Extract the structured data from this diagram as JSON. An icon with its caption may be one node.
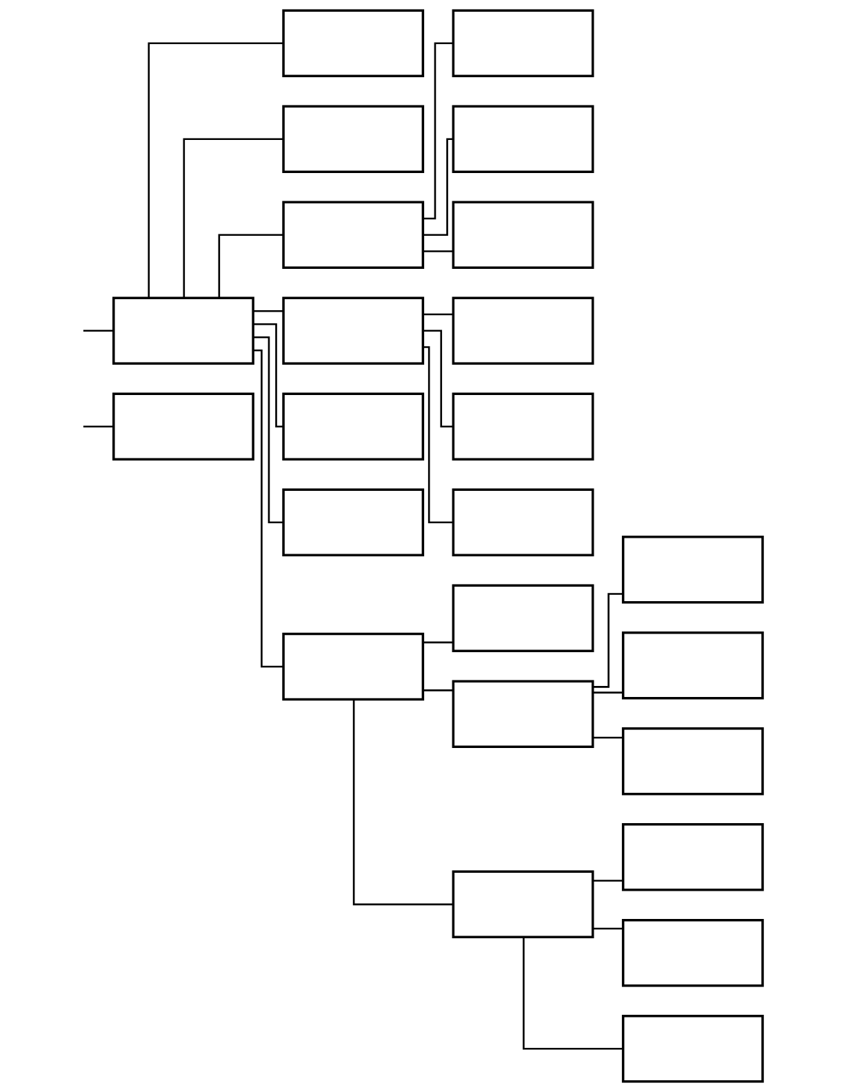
{
  "diagram": {
    "nodes": [
      {
        "text": [],
        "shape": "box"
      },
      {
        "text": [],
        "shape": "box"
      },
      {
        "text": [],
        "shape": "box"
      },
      {
        "text": [],
        "shape": "box"
      },
      {
        "text": [],
        "shape": "box"
      },
      {
        "text": [],
        "shape": "box"
      },
      {
        "text": [],
        "shape": "box"
      },
      {
        "text": [],
        "shape": "box"
      },
      {
        "text": [],
        "shape": "box"
      },
      {
        "text": [],
        "shape": "box"
      },
      {
        "text": [],
        "shape": "box"
      },
      {
        "text": [],
        "shape": "box"
      },
      {
        "text": [],
        "shape": "box"
      },
      {
        "text": [],
        "shape": "box"
      },
      {
        "text": [],
        "shape": "box"
      },
      {
        "text": [],
        "shape": "box"
      },
      {
        "text": [],
        "shape": "box"
      },
      {
        "text": [],
        "shape": "box"
      },
      {
        "text": [],
        "shape": "box"
      },
      {
        "text": [],
        "shape": "box"
      },
      {
        "text": [],
        "shape": "box"
      },
      {
        "text": [],
        "shape": "box"
      },
      {
        "text": [],
        "shape": "box"
      },
      {
        "text": [],
        "shape": "box"
      }
    ],
    "edges": [
      {
        "from": null,
        "to": 0,
        "arrow": "none"
      },
      {
        "from": null,
        "to": 1,
        "arrow": "none"
      },
      {
        "from": 1,
        "to": 2,
        "arrow": "none"
      },
      {
        "from": 1,
        "to": 3,
        "arrow": "none"
      },
      {
        "from": 1,
        "to": 4,
        "arrow": "none"
      },
      {
        "from": 4,
        "to": 5,
        "arrow": "none"
      },
      {
        "from": 4,
        "to": 6,
        "arrow": "none"
      },
      {
        "from": 4,
        "to": 7,
        "arrow": "none"
      },
      {
        "from": 1,
        "to": 8,
        "arrow": "none"
      },
      {
        "from": 8,
        "to": 9,
        "arrow": "none"
      },
      {
        "from": 8,
        "to": 10,
        "arrow": "none"
      },
      {
        "from": 8,
        "to": 11,
        "arrow": "none"
      },
      {
        "from": 1,
        "to": 12,
        "arrow": "none"
      },
      {
        "from": 1,
        "to": 13,
        "arrow": "none"
      },
      {
        "from": 1,
        "to": 14,
        "arrow": "none"
      },
      {
        "from": 14,
        "to": 15,
        "arrow": "none"
      },
      {
        "from": 14,
        "to": 16,
        "arrow": "none"
      },
      {
        "from": 16,
        "to": 17,
        "arrow": "none"
      },
      {
        "from": 16,
        "to": 18,
        "arrow": "none"
      },
      {
        "from": 16,
        "to": 19,
        "arrow": "none"
      },
      {
        "from": 14,
        "to": 20,
        "arrow": "none"
      },
      {
        "from": 20,
        "to": 21,
        "arrow": "none"
      },
      {
        "from": 20,
        "to": 22,
        "arrow": "none"
      },
      {
        "from": 20,
        "to": 23,
        "arrow": "none"
      }
    ]
  }
}
